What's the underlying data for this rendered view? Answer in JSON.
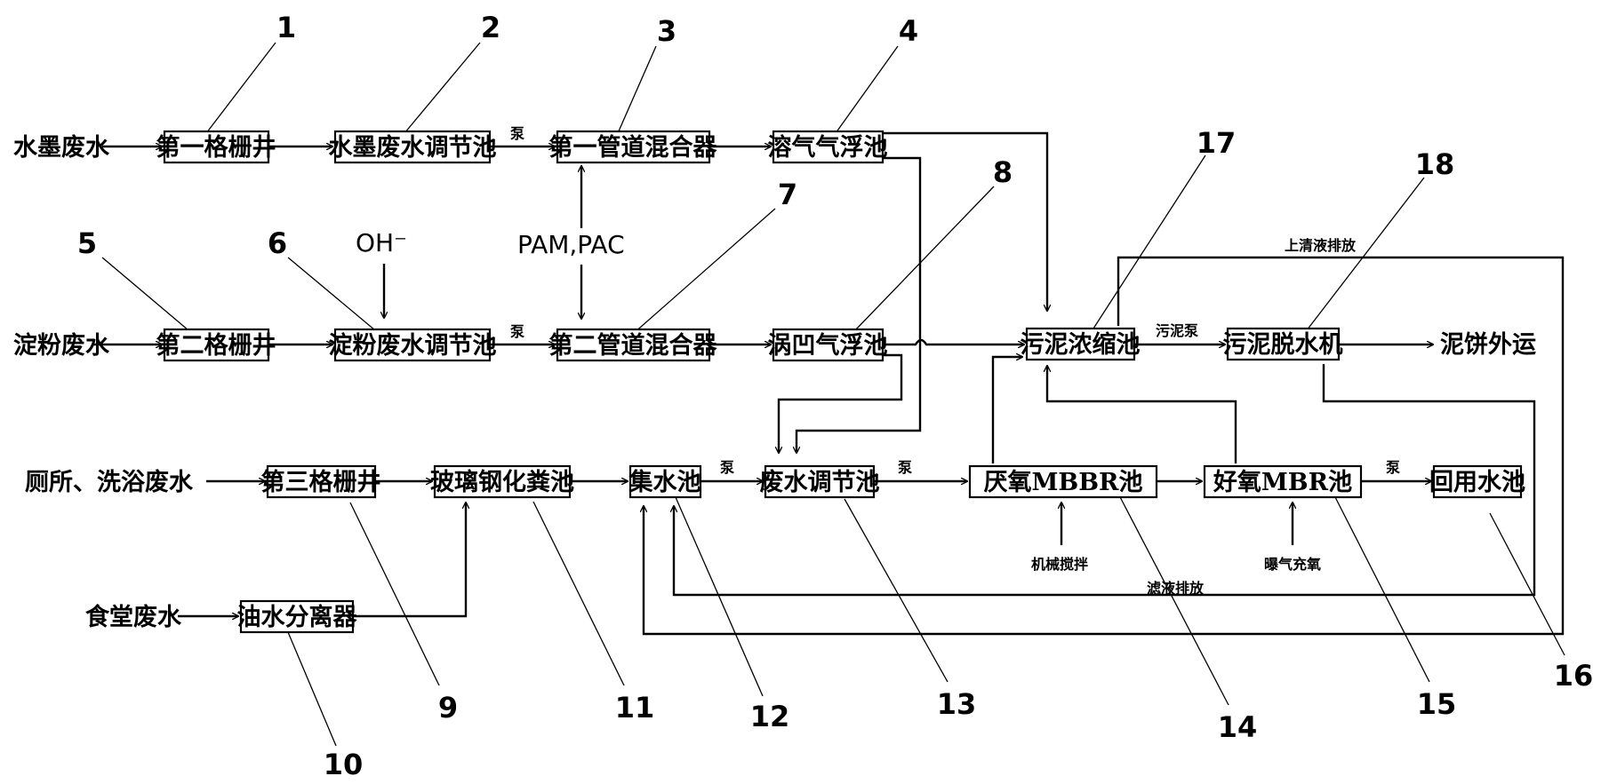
{
  "sources": {
    "ink": "水墨废水",
    "starch": "淀粉废水",
    "toilet": "厕所、洗浴废水",
    "canteen": "食堂废水"
  },
  "units": {
    "grid1": "第一格栅井",
    "ink_tank": "水墨废水调节池",
    "mixer1": "第一管道混合器",
    "daf": "溶气气浮池",
    "grid2": "第二格栅井",
    "starch_tank": "淀粉废水调节池",
    "mixer2": "第二管道混合器",
    "cavity_float": "涡凹气浮池",
    "sludge_thick": "污泥浓缩池",
    "dewater": "污泥脱水机",
    "grid3": "第三格栅井",
    "septic": "玻璃钢化粪池",
    "collect": "集水池",
    "regulate": "废水调节池",
    "anaerobic": "厌氧MBBR池",
    "aerobic": "好氧MBR池",
    "reuse": "回用水池",
    "oil_sep": "油水分离器"
  },
  "labels": {
    "pump": "泵",
    "sludge_pump": "污泥泵",
    "oh": "OH⁻",
    "pam_pac": "PAM,PAC",
    "supernatant": "上清液排放",
    "filtrate": "滤液排放",
    "mech_stir": "机械搅拌",
    "aeration": "曝气充氧",
    "cake_out": "泥饼外运"
  },
  "numbers": [
    "1",
    "2",
    "3",
    "4",
    "5",
    "6",
    "7",
    "8",
    "9",
    "10",
    "11",
    "12",
    "13",
    "14",
    "15",
    "16",
    "17",
    "18"
  ]
}
